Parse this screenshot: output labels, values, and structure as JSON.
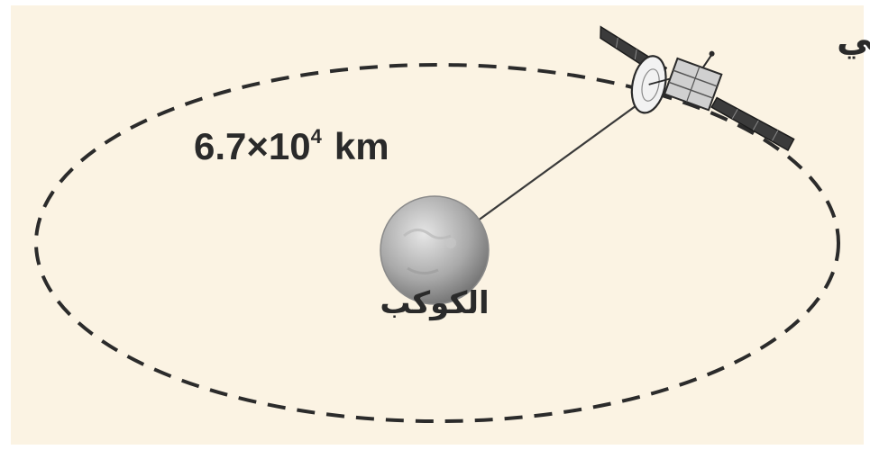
{
  "labels": {
    "satellite": "قمر اصطناعي",
    "planet": "الكوكب",
    "radius_value": "6.7×10",
    "radius_exponent": "4",
    "radius_unit": "km"
  },
  "colors": {
    "background": "#fbf3e3",
    "orbit": "#2b2b2b",
    "line": "#3a3a3a",
    "planet_light": "#d9d9d9",
    "planet_dark": "#7a7a7a",
    "text": "#2a2a2a"
  },
  "icons": {
    "planet": "planet-icon",
    "satellite": "satellite-icon"
  }
}
